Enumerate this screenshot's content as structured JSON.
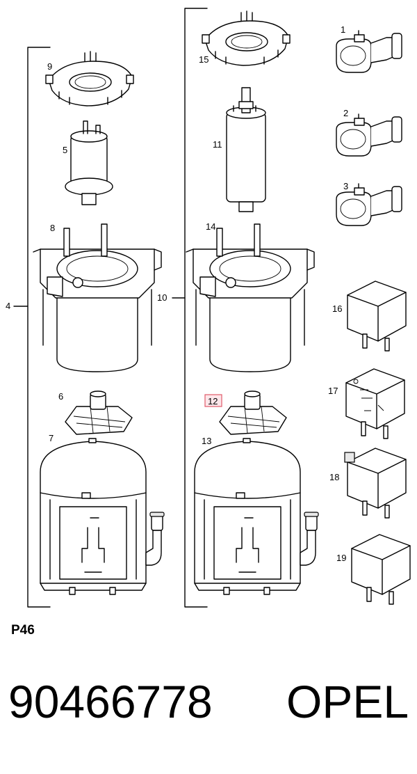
{
  "plate_code": "P46",
  "part_number": "90466778",
  "brand": "OPEL",
  "callouts": {
    "c1": "1",
    "c2": "2",
    "c3": "3",
    "c4": "4",
    "c5": "5",
    "c6": "6",
    "c7": "7",
    "c8": "8",
    "c9": "9",
    "c10": "10",
    "c11": "11",
    "c12": "12",
    "c13": "13",
    "c14": "14",
    "c15": "15",
    "c16": "16",
    "c17": "17",
    "c18": "18",
    "c19": "19"
  },
  "colors": {
    "line": "#000000",
    "highlight": "#e05a6a",
    "background": "#ffffff"
  }
}
